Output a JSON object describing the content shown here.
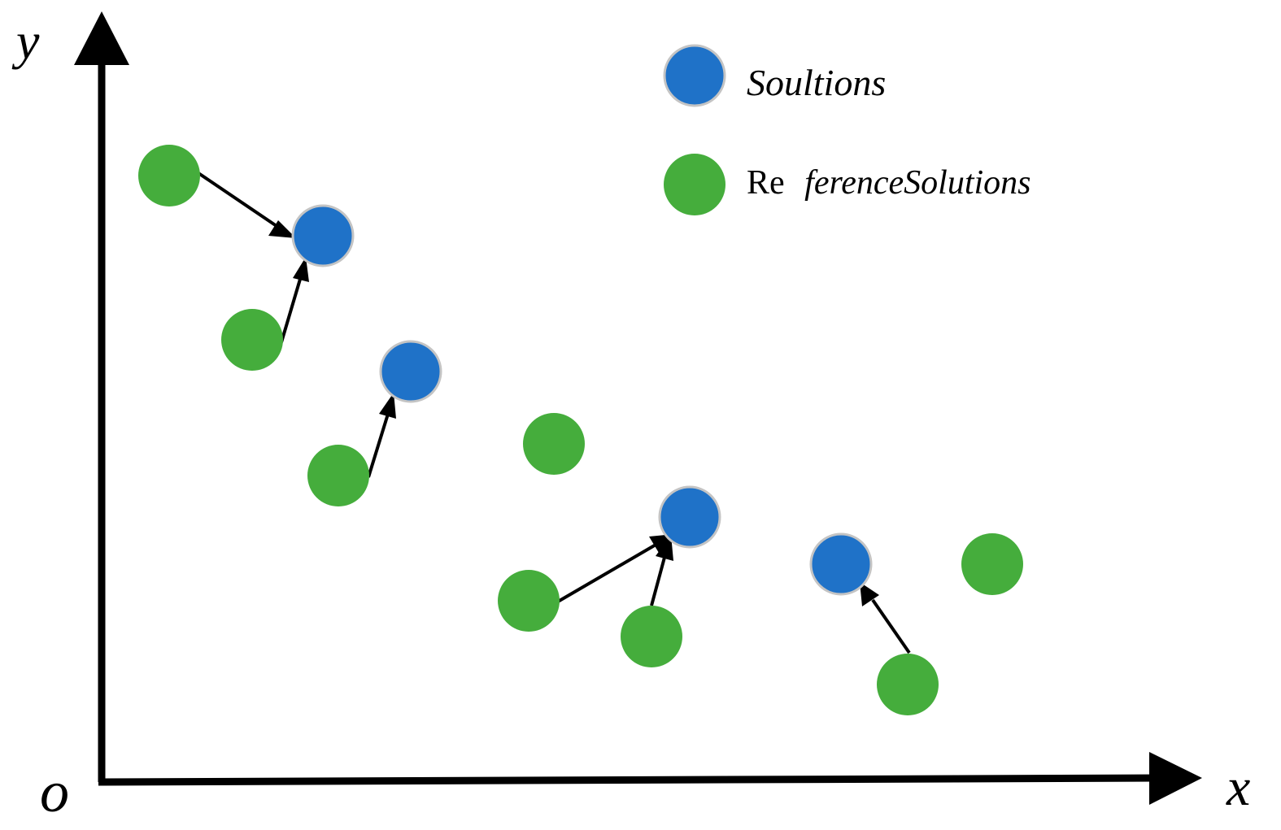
{
  "axes": {
    "x_label": "x",
    "y_label": "y",
    "origin_label": "o"
  },
  "legend": {
    "solution_label": "Soultions",
    "reference_label_prefix": "Re",
    "reference_label_suffix": "ferenceSolutions"
  },
  "colors": {
    "solution": "#1f72c8",
    "solution_outline": "#c4c4c4",
    "reference": "#45ad3c",
    "axis": "#000000",
    "arrow": "#000000"
  }
}
